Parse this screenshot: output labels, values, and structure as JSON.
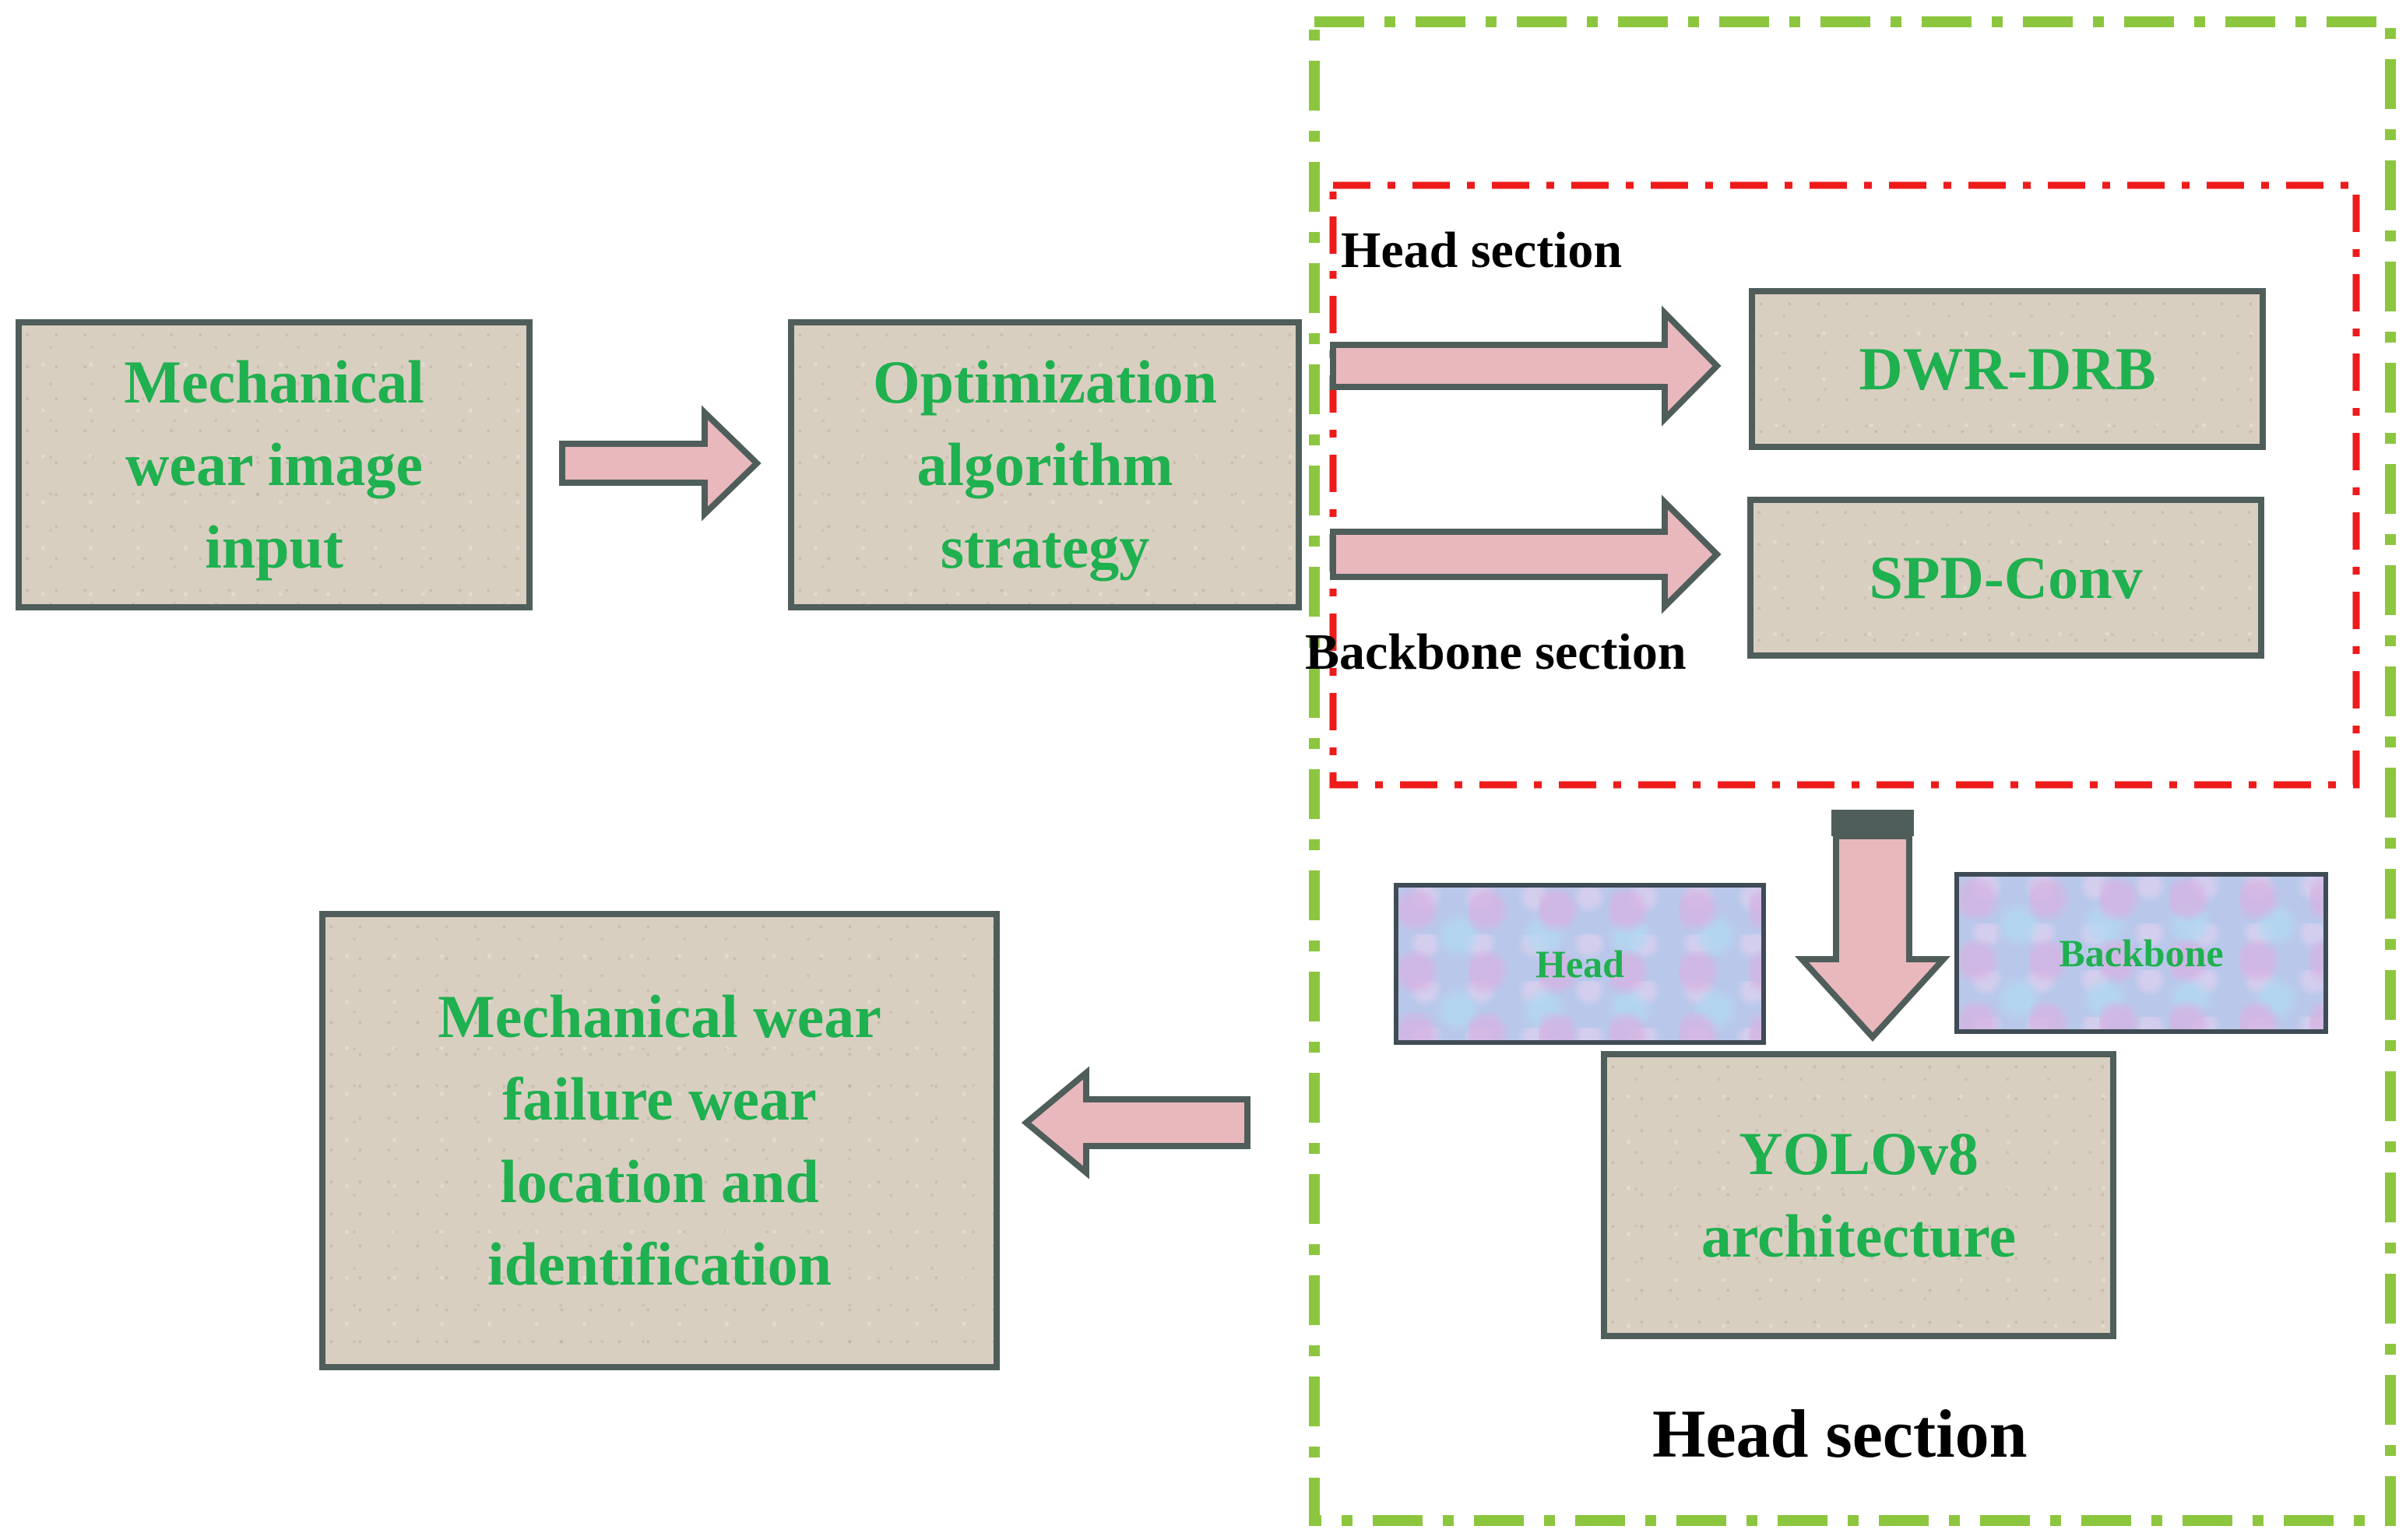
{
  "colors": {
    "label_green": "#1fb04f",
    "box_fill": "#d9cfc1",
    "box_border": "#4f5e5a",
    "arrow_fill": "#e8b8bd",
    "arrow_outline": "#4f5e5a",
    "red_dashed_frame": "#ee1b1b",
    "green_dashed_frame": "#8cc63f"
  },
  "boxes": {
    "input": "Mechanical\nwear image\ninput",
    "optimization": "Optimization\nalgorithm\nstrategy",
    "dwr_drb": "DWR-DRB",
    "spd_conv": "SPD-Conv",
    "head_small": "Head",
    "backbone_small": "Backbone",
    "yolov8": "YOLOv8\narchitecture",
    "output": "Mechanical wear\nfailure wear\nlocation and\nidentification"
  },
  "captions": {
    "head_section_top": "Head section",
    "backbone_section": "Backbone section",
    "head_section_bottom": "Head section"
  }
}
